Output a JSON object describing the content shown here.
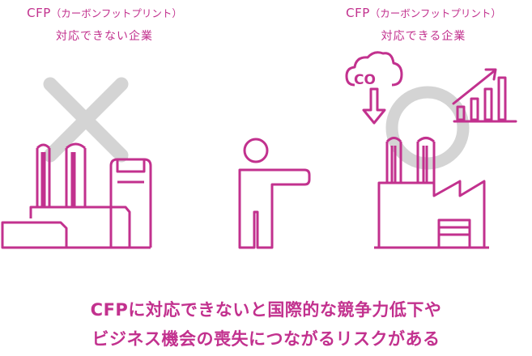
{
  "left_label": {
    "cfp": "CFP",
    "paren": "（カーボンフットプリント）",
    "status": "対応できない企業"
  },
  "right_label": {
    "cfp": "CFP",
    "paren": "（カーボンフットプリント）",
    "status": "対応できる企業"
  },
  "co2_badge": "CO",
  "caption": {
    "line1": "CFPに対応できないと国際的な競争力低下や",
    "line2": "ビジネス機会の喪失につながるリスクがある"
  },
  "colors": {
    "accent": "#c2318e",
    "mark_gray": "#d4d4d4",
    "background": "#ffffff"
  },
  "icons": [
    "cross-mark-icon",
    "factory-icon",
    "person-pointing-icon",
    "circle-mark-icon",
    "co2-cloud-icon",
    "down-arrow-icon",
    "growth-chart-icon",
    "modern-factory-icon"
  ]
}
